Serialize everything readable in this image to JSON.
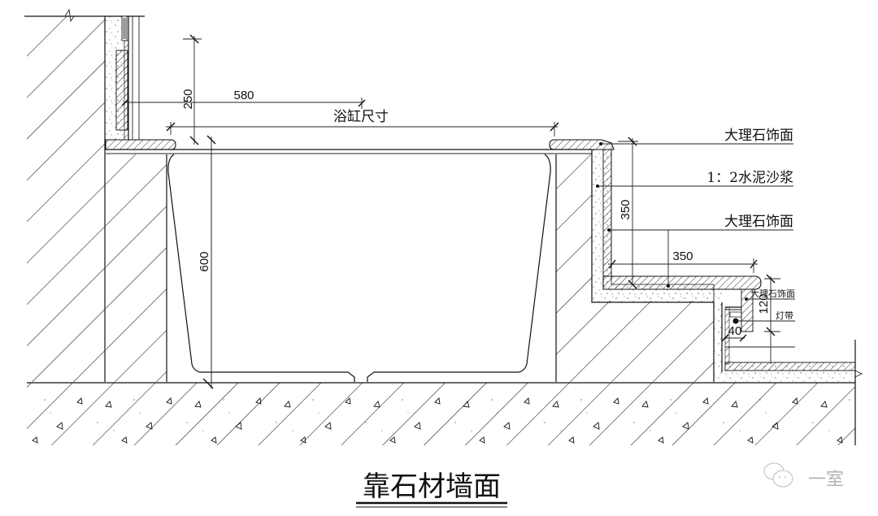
{
  "drawing": {
    "title": "靠石材墙面",
    "watermark": "一室",
    "watermark_icon": "wechat-icon",
    "dimensions": {
      "d250": "250",
      "d580": "580",
      "bathtub_size": "浴缸尺寸",
      "d600": "600",
      "d350_vertical": "350",
      "d350_horizontal": "350",
      "d120": "120",
      "d40": "40"
    },
    "callouts": [
      {
        "text": "大理石饰面"
      },
      {
        "text": "1：2水泥沙浆"
      },
      {
        "text": "大理石饰面"
      },
      {
        "text": "大理石饰面"
      },
      {
        "text": "灯带"
      }
    ],
    "colors": {
      "line": "#111111",
      "background": "#ffffff",
      "watermark": "#999999"
    }
  }
}
